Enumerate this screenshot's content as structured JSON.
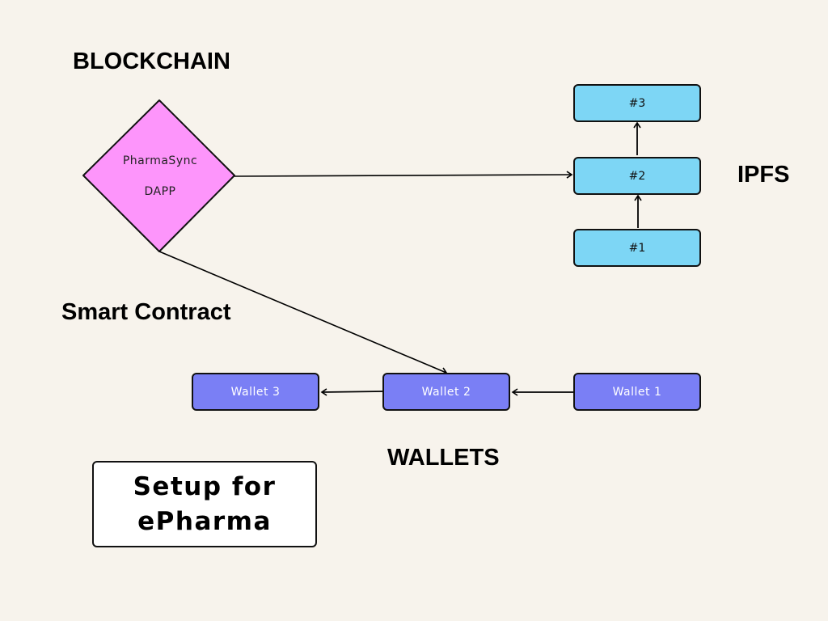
{
  "labels": {
    "blockchain": "BLOCKCHAIN",
    "ipfs": "IPFS",
    "smart_contract": "Smart Contract",
    "wallets": "WALLETS"
  },
  "dapp": {
    "line1": "PharmaSync",
    "line2": "DAPP",
    "color": "#fd95fb"
  },
  "ipfs_nodes": [
    "#1",
    "#2",
    "#3"
  ],
  "wallet_nodes": [
    "Wallet 1",
    "Wallet 2",
    "Wallet 3"
  ],
  "title": {
    "line1": "Setup for",
    "line2": "ePharma"
  },
  "colors": {
    "background": "#f7f3ec",
    "ipfs": "#7dd6f5",
    "wallet": "#7a7ff5"
  }
}
